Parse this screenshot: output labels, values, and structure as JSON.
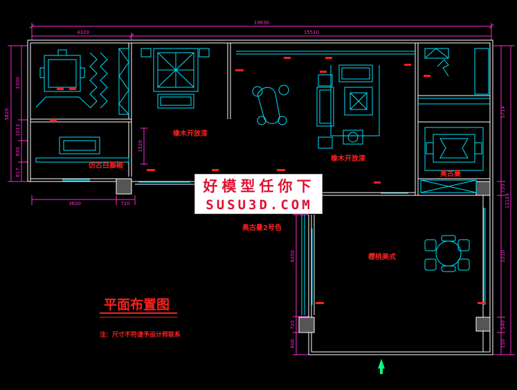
{
  "title": "平面布置图",
  "note": "注：尺寸不符请予设计师联系",
  "colors": {
    "background": "#000000",
    "wall": "#ffffff",
    "furniture": "#00e5ff",
    "dimension": "#ff2ad4",
    "label": "#ff2020",
    "north_arrow": "#00ff7f"
  },
  "watermark": {
    "line1": "好模型任你下",
    "line2": "SUSU3D.COM"
  },
  "dimensions": {
    "top_total": "19830",
    "top_left": "4320",
    "top_right": "15510",
    "bottom_left": "3600",
    "bottom_mid": "720",
    "left_total": "5820",
    "left_1": "3300",
    "left_2": "1013",
    "left_3": "930",
    "left_4": "617",
    "inner_1": "1520",
    "right_total": "13124",
    "right_1": "5714",
    "right_2": "720",
    "right_3": "5310",
    "right_4": "540",
    "right_5": "150",
    "hall_1": "9350",
    "hall_2": "720",
    "hall_3": "600"
  },
  "rooms": {
    "fireplace": "仿古白藤椒",
    "bedroom": "橡木开放漆",
    "living": "橡木开放漆",
    "dining": "奥古曼",
    "corridor": "奥古曼2号色",
    "hall": "樱桃美式"
  },
  "icons": [
    "north-arrow-icon"
  ]
}
